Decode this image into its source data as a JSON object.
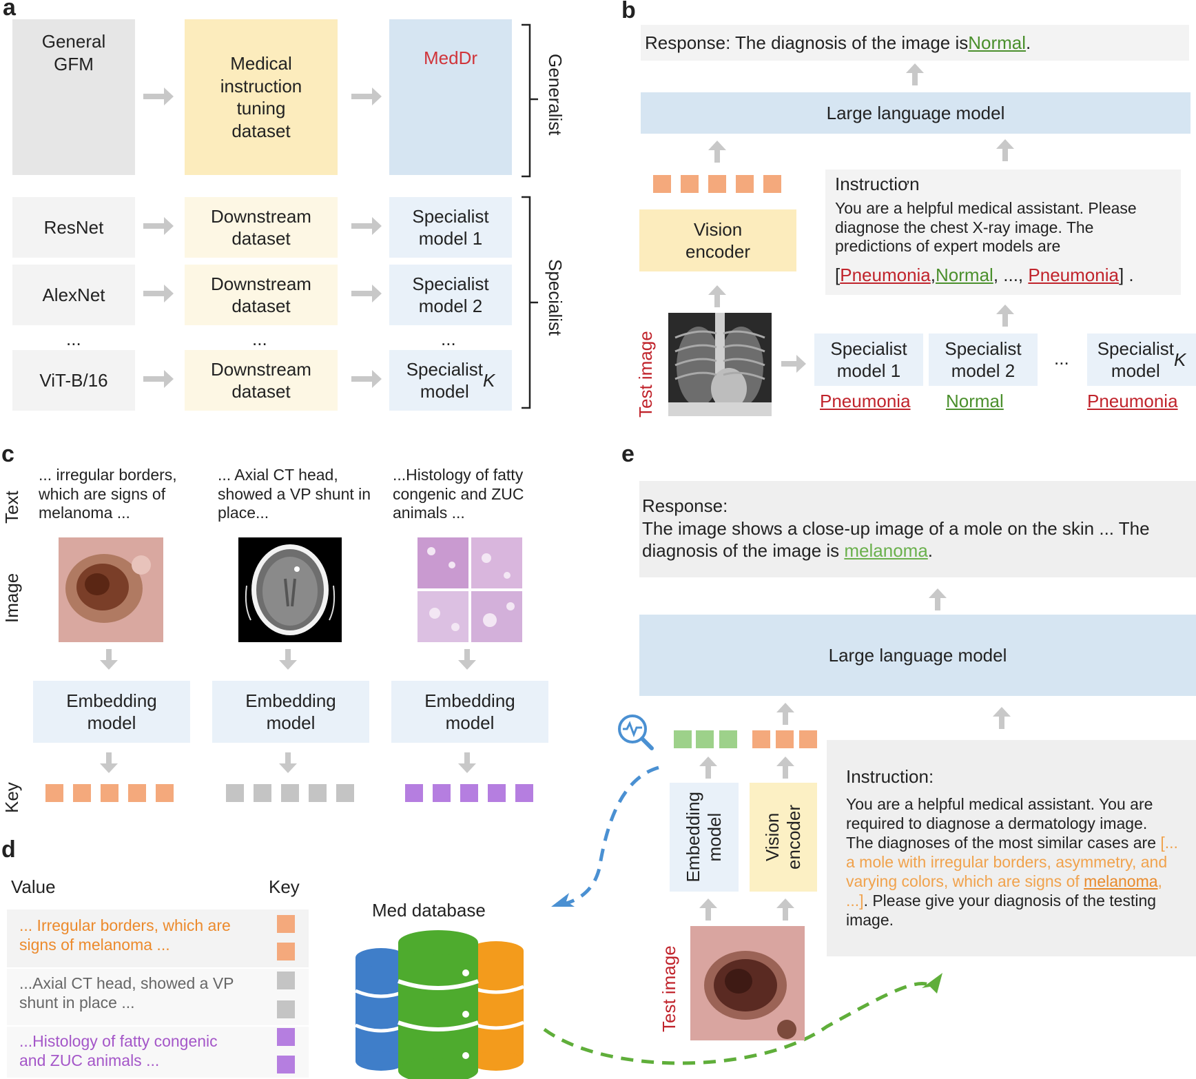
{
  "panels": [
    "a",
    "b",
    "c",
    "d",
    "e"
  ],
  "a": {
    "gfm": "General\nGFM",
    "mid": "Medical\ninstruction\ntuning\ndataset",
    "meddr": "MedDr",
    "generalist": "Generalist",
    "specialist": "Specialist",
    "models": [
      "ResNet",
      "AlexNet",
      "ViT-B/16"
    ],
    "downstream": "Downstream\ndataset",
    "spec1": "Specialist\nmodel 1",
    "spec2": "Specialist\nmodel 2",
    "specK_pre": "Specialist\nmodel ",
    "k": "K",
    "ellipsis": "..."
  },
  "b": {
    "resp_pre": "Response: The diagnosis of the image is ",
    "resp_word": "Normal",
    "resp_post": ".",
    "llm": "Large language model",
    "vision": "Vision\nencoder",
    "instr_title": "Instructiơn",
    "instr_body": "You are a helpful medical assistant. Please diagnose the chest X-ray image. The predictions of expert models are",
    "pred_open": "[",
    "pred1": "Pneumonia",
    "pred_sep": ",",
    "pred2": "Normal",
    "pred_mid": ", ..., ",
    "pred3": "Pneumonia",
    "pred_close": "] .",
    "test_image": "Test image",
    "spec1": "Specialist\nmodel 1",
    "spec2": "Specialist\nmodel 2",
    "specK_pre": "Specialist\nmodel ",
    "k": "K",
    "ellipsis": "...",
    "out1": "Pneumonia",
    "out2": "Normal",
    "out3": "Pneumonia"
  },
  "c": {
    "row_text": "Text",
    "row_image": "Image",
    "row_key": "Key",
    "texts": [
      "... irregular borders,\nwhich are signs of\nmelanoma ...",
      "... Axial CT head,\nshowed a VP shunt in\nplace...",
      "...Histology of fatty\ncongenic and ZUC\nanimals ..."
    ],
    "embed": "Embedding\nmodel"
  },
  "d": {
    "value": "Value",
    "key": "Key",
    "rows": [
      "... Irregular borders, which are\nsigns of melanoma ...",
      "...Axial CT head, showed a VP\nshunt in place ...",
      "...Histology of fatty congenic\nand ZUC animals ..."
    ],
    "db": "Med database"
  },
  "e": {
    "resp_title": "Response:",
    "resp_body": "The image shows a close-up image of a mole on the skin ... The diagnosis of the image is ",
    "resp_word": "melanoma",
    "resp_post": ".",
    "llm": "Large language model",
    "embed": "Embedding\nmodel",
    "vision": "Vision\nencoder",
    "test_image": "Test image",
    "instr_title": "Instruction:",
    "instr_body": "You are a helpful medical assistant.  You are required to diagnose a dermatology image. The diagnoses of the most similar cases are",
    "instr_orange": "[... a mole with irregular borders, asymmetry, and varying colors, which are signs of ",
    "instr_mel": "melanoma",
    "instr_orange2": ", ...]",
    "instr_end": ". Please give your diagnosis of the testing image."
  },
  "colors": {
    "orange": "#f4a97c",
    "gray": "#c4c4c4",
    "purple": "#b57ee0",
    "green": "#9dd18a",
    "blue_arrow": "#4a90d2",
    "green_arrow": "#5fae3a"
  }
}
